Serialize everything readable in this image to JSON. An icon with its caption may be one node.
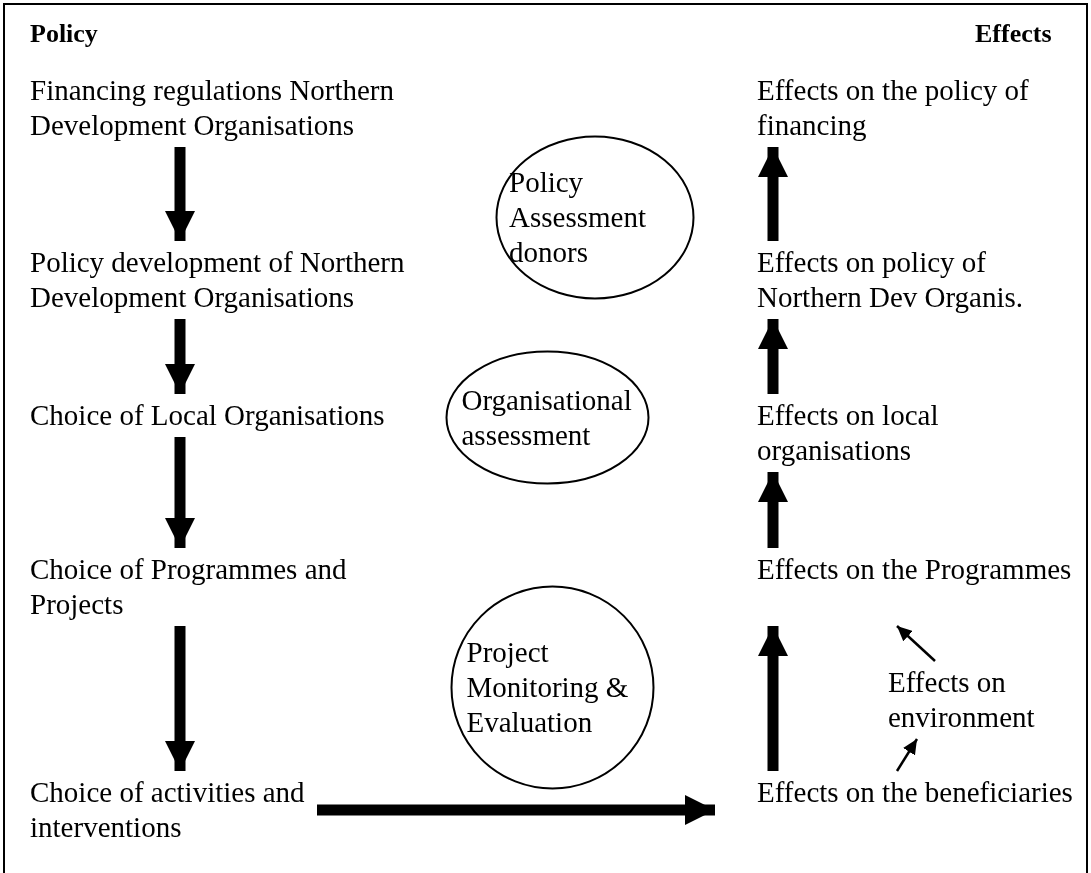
{
  "diagram": {
    "nodes": [
      {
        "text": [
          "Financing regulations Northern Development Organisations"
        ]
      },
      {
        "text": [
          "Policy development of Northern Development Organisations"
        ]
      },
      {
        "text": [
          "Choice of Local Organisations"
        ]
      },
      {
        "text": [
          "Choice of Programmes and Projects"
        ]
      },
      {
        "text": [
          "Choice of activities and interventions"
        ]
      },
      {
        "text": [
          "Effects on the policy of financing"
        ]
      },
      {
        "text": [
          "Effects on policy of Northern Dev Organis."
        ]
      },
      {
        "text": [
          "Effects on local organisations"
        ]
      },
      {
        "text": [
          "Effects on the Programmes"
        ]
      },
      {
        "text": [
          "Effects on environment"
        ]
      },
      {
        "text": [
          "Effects on the beneficiaries"
        ]
      },
      {
        "text": [
          "Policy Assessment donors"
        ]
      },
      {
        "text": [
          "Organisational assessment"
        ]
      },
      {
        "text": [
          "Project Monitoring & Evaluation"
        ]
      }
    ],
    "edges": [
      {
        "from": 0,
        "to": 1,
        "arrow": "to"
      },
      {
        "from": 1,
        "to": 2,
        "arrow": "to"
      },
      {
        "from": 2,
        "to": 3,
        "arrow": "to"
      },
      {
        "from": 3,
        "to": 4,
        "arrow": "to"
      },
      {
        "from": 4,
        "to": 10,
        "arrow": "to"
      },
      {
        "from": 10,
        "to": 8,
        "arrow": "to"
      },
      {
        "from": 8,
        "to": 7,
        "arrow": "to"
      },
      {
        "from": 7,
        "to": 6,
        "arrow": "to"
      },
      {
        "from": 6,
        "to": 5,
        "arrow": "to"
      },
      {
        "from": 10,
        "to": 9,
        "arrow": "to"
      },
      {
        "from": 9,
        "to": 8,
        "arrow": "to"
      }
    ],
    "labels": [
      "Policy",
      "Effects"
    ]
  }
}
